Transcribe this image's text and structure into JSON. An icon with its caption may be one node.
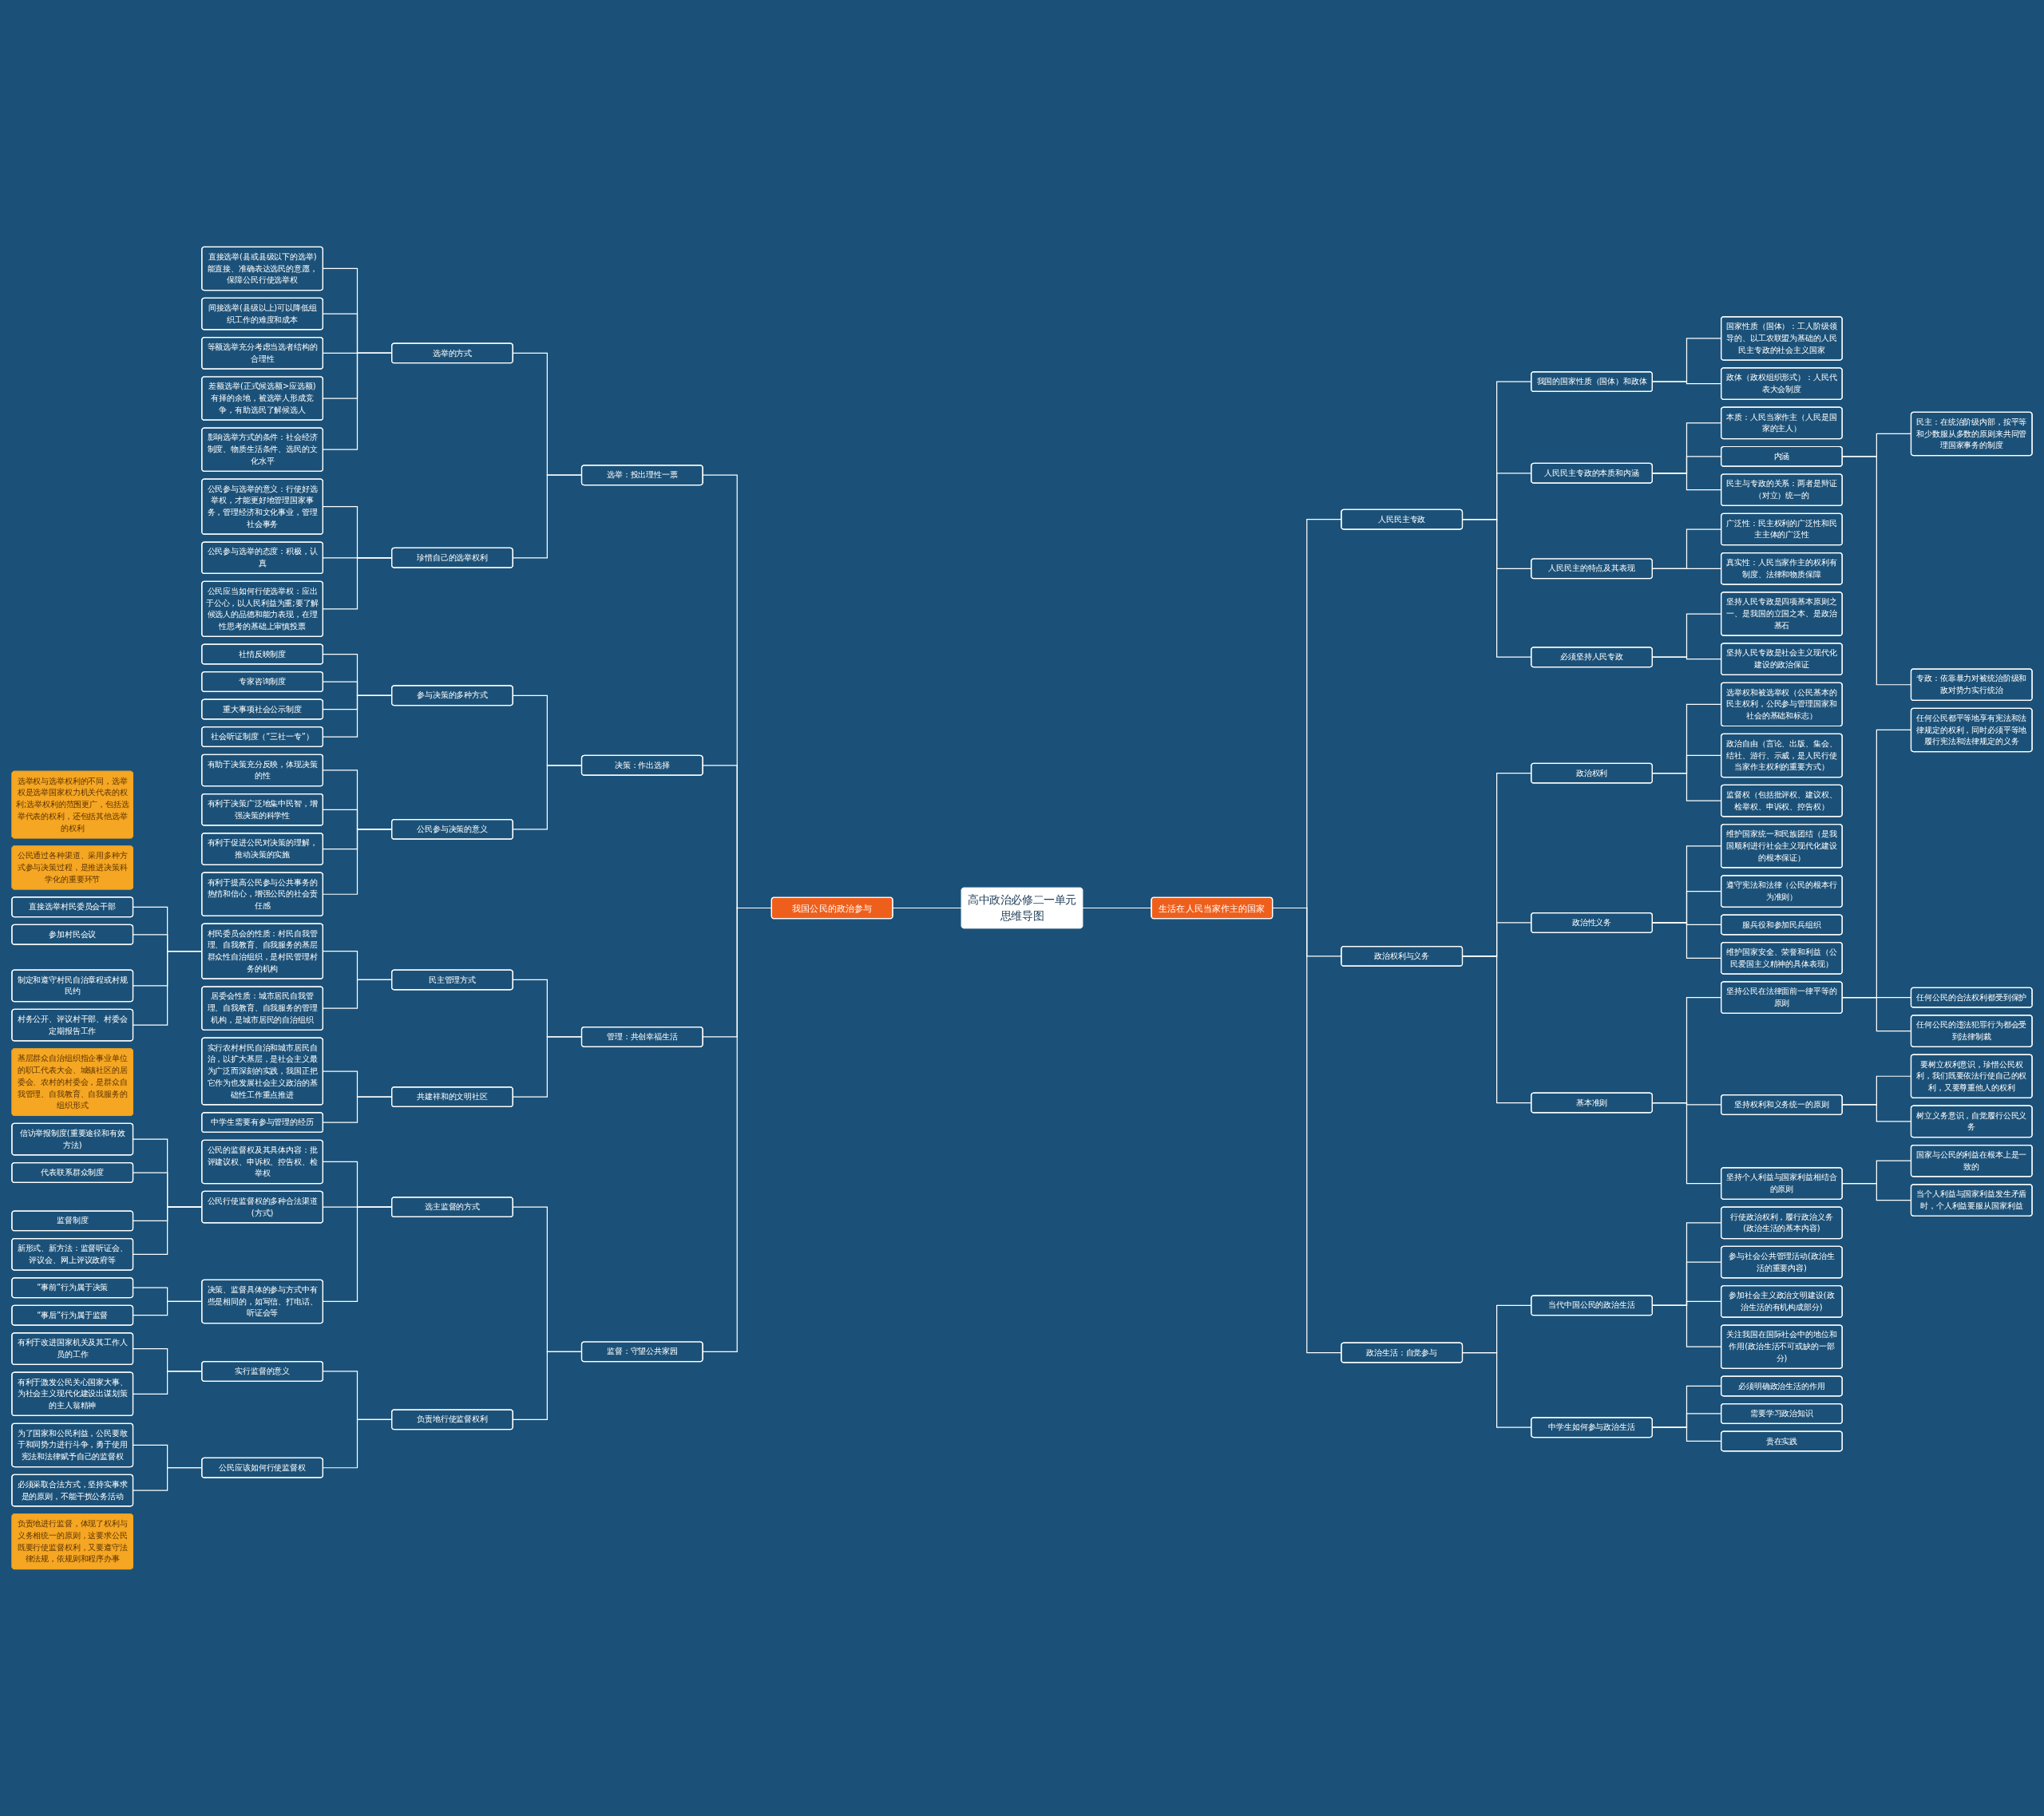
{
  "diagram": {
    "nodes": [
      {
        "text": [
          "高中政治必修二一单元思维导图"
        ]
      },
      {
        "text": [
          "我国公民的政治参与"
        ]
      },
      {
        "text": [
          "选举：投出理性一票"
        ]
      },
      {
        "text": [
          "选举的方式"
        ]
      },
      {
        "text": [
          "直接选举(县或县级以下的选举)能直接、准确表达选民的意愿，保障公民行使选举权"
        ]
      },
      {
        "text": [
          "间接选举(县级以上)可以降低组织工作的难度和成本"
        ]
      },
      {
        "text": [
          "等额选举充分考虑当选者结构的合理性"
        ]
      },
      {
        "text": [
          "差额选举(正式候选额>应选额)有择的余地，被选举人形成竞争，有助选民了解候选人"
        ]
      },
      {
        "text": [
          "影响选举方式的条件：社会经济制度、物质生活条件、选民的文化水平"
        ]
      },
      {
        "text": [
          "选举权与选举权利的不同，选举权是选举国家权力机关代表的权利;选举权利的范围更广，包括选举代表的权利，还包括其他选举的权利"
        ]
      },
      {
        "text": [
          "珍惜自己的选举权利"
        ]
      },
      {
        "text": [
          "公民参与选举的意义：行使好选举权，才能更好地管理国家事务，管理经济和文化事业，管理社会事务"
        ]
      },
      {
        "text": [
          "公民参与选举的态度：积极，认真"
        ]
      },
      {
        "text": [
          "公民应当如何行使选举权：应出于公心，以人民利益为重;要了解候选人的品德和能力表现，在理性思考的基础上审慎投票"
        ]
      },
      {
        "text": [
          "决策：作出选择"
        ]
      },
      {
        "text": [
          "参与决策的多种方式"
        ]
      },
      {
        "text": [
          "社情反映制度"
        ]
      },
      {
        "text": [
          "专家咨询制度"
        ]
      },
      {
        "text": [
          "重大事项社会公示制度"
        ]
      },
      {
        "text": [
          "社会听证制度（“三社一专”）"
        ]
      },
      {
        "text": [
          "公民参与决策的意义"
        ]
      },
      {
        "text": [
          "有助于决策充分反映，体现决策的性"
        ]
      },
      {
        "text": [
          "有利于决策广泛地集中民智，增强决策的科学性"
        ]
      },
      {
        "text": [
          "有利于促进公民对决策的理解，推动决策的实施"
        ]
      },
      {
        "text": [
          "有利于提高公民参与公共事务的热情和信心，增强公民的社会责任感"
        ]
      },
      {
        "text": [
          "公民通过各种渠道、采用多种方式参与决策过程，是推进决策科学化的重要环节"
        ]
      },
      {
        "text": [
          "管理：共创幸福生活"
        ]
      },
      {
        "text": [
          "民主管理方式"
        ]
      },
      {
        "text": [
          "村民委员会的性质：村民自我管理、自我教育、自我服务的基层群众性自治组织，是村民管理村务的机构"
        ]
      },
      {
        "text": [
          "直接选举村民委员会干部"
        ]
      },
      {
        "text": [
          "参加村民会议"
        ]
      },
      {
        "text": [
          "制定和遵守村民自治章程或村规民约"
        ]
      },
      {
        "text": [
          "村务公开、评议村干部、村委会定期报告工作"
        ]
      },
      {
        "text": [
          "基层群众自治组织指企事业单位的职工代表大会、城镇社区的居委会、农村的村委会，是群众自我管理、自我教育、自我服务的组织形式"
        ]
      },
      {
        "text": [
          "居委会性质：城市居民自我管理、自我教育、自我服务的管理机构，是城市居民的自治组织"
        ]
      },
      {
        "text": [
          "共建祥和的文明社区"
        ]
      },
      {
        "text": [
          "实行农村村民自治和城市居民自治，以扩大基层，是社会主义最为广泛而深刻的实践，我国正把它作为也发展社会主义政治的基础性工作重点推进"
        ]
      },
      {
        "text": [
          "中学生需要有参与管理的经历"
        ]
      },
      {
        "text": [
          "监督：守望公共家园"
        ]
      },
      {
        "text": [
          "选主监督的方式"
        ]
      },
      {
        "text": [
          "公民的监督权及其具体内容：批评建议权、申诉权、控告权、检举权"
        ]
      },
      {
        "text": [
          "公民行使监督权的多种合法渠道(方式)"
        ]
      },
      {
        "text": [
          "信访举报制度(重要途径和有效方法)"
        ]
      },
      {
        "text": [
          "代表联系群众制度"
        ]
      },
      {
        "text": [
          "监督制度"
        ]
      },
      {
        "text": [
          "新形式、新方法：监督听证会、评议会、网上评议政府等"
        ]
      },
      {
        "text": [
          "决策、监督具体的参与方式中有些是相同的，如写信、打电话、听证会等"
        ]
      },
      {
        "text": [
          "“事前”行为属于决策"
        ]
      },
      {
        "text": [
          "“事后”行为属于监督"
        ]
      },
      {
        "text": [
          "负责地行使监督权利"
        ]
      },
      {
        "text": [
          "实行监督的意义"
        ]
      },
      {
        "text": [
          "有利于改进国家机关及其工作人员的工作"
        ]
      },
      {
        "text": [
          "有利于激发公民关心国家大事、为社会主义现代化建设出谋划策的主人翁精神"
        ]
      },
      {
        "text": [
          "公民应该如何行使监督权"
        ]
      },
      {
        "text": [
          "为了国家和公民利益，公民要敢于和同势力进行斗争，勇于使用宪法和法律赋予自己的监督权"
        ]
      },
      {
        "text": [
          "必须采取合法方式，坚持实事求是的原则，不能干扰公务活动"
        ]
      },
      {
        "text": [
          "负责地进行监督，体现了权利与义务相统一的原则，这要求公民既要行使监督权利，又要遵守法律法规，依规则和程序办事"
        ]
      },
      {
        "text": [
          "生活在人民当家作主的国家"
        ]
      },
      {
        "text": [
          "人民民主专政"
        ]
      },
      {
        "text": [
          "我国的国家性质（国体）和政体"
        ]
      },
      {
        "text": [
          "国家性质（国体）：工人阶级领导的、以工农联盟为基础的人民民主专政的社会主义国家"
        ]
      },
      {
        "text": [
          "政体（政权组织形式）：人民代表大会制度"
        ]
      },
      {
        "text": [
          "人民民主专政的本质和内涵"
        ]
      },
      {
        "text": [
          "本质：人民当家作主（人民是国家的主人）"
        ]
      },
      {
        "text": [
          "内涵"
        ]
      },
      {
        "text": [
          "民主：在统治阶级内部，按平等和少数服从多数的原则来共同管理国家事务的制度"
        ]
      },
      {
        "text": [
          "专政：依靠暴力对被统治阶级和敌对势力实行统治"
        ]
      },
      {
        "text": [
          "民主与专政的关系：两者是辩证（对立）统一的"
        ]
      },
      {
        "text": [
          "人民民主的特点及其表现"
        ]
      },
      {
        "text": [
          "广泛性：民主权利的广泛性和民主主体的广泛性"
        ]
      },
      {
        "text": [
          "真实性：人民当家作主的权利有制度、法律和物质保障"
        ]
      },
      {
        "text": [
          "必须坚持人民专政"
        ]
      },
      {
        "text": [
          "坚持人民专政是四项基本原则之一、是我国的立国之本、是政治基石"
        ]
      },
      {
        "text": [
          "坚持人民专政是社会主义现代化建设的政治保证"
        ]
      },
      {
        "text": [
          "政治权利与义务"
        ]
      },
      {
        "text": [
          "政治权利"
        ]
      },
      {
        "text": [
          "选举权和被选举权（公民基本的民主权利，公民参与管理国家和社会的基础和标志）"
        ]
      },
      {
        "text": [
          "政治自由（言论、出版、集会、结社、游行、示威，是人民行使当家作主权利的重要方式）"
        ]
      },
      {
        "text": [
          "监督权（包括批评权、建议权、检举权、申诉权、控告权）"
        ]
      },
      {
        "text": [
          "政治性义务"
        ]
      },
      {
        "text": [
          "维护国家统一和民族团结（是我国顺利进行社会主义现代化建设的根本保证）"
        ]
      },
      {
        "text": [
          "遵守宪法和法律（公民的根本行为准则）"
        ]
      },
      {
        "text": [
          "服兵役和参加民兵组织"
        ]
      },
      {
        "text": [
          "维护国家安全、荣誉和利益（公民爱国主义精神的具体表现）"
        ]
      },
      {
        "text": [
          "基本准则"
        ]
      },
      {
        "text": [
          "坚持公民在法律面前一律平等的原则"
        ]
      },
      {
        "text": [
          "任何公民都平等地享有宪法和法律规定的权利，同时必须平等地履行宪法和法律规定的义务"
        ]
      },
      {
        "text": [
          "任何公民的合法权利都受到保护"
        ]
      },
      {
        "text": [
          "任何公民的违法犯罪行为都会受到法律制裁"
        ]
      },
      {
        "text": [
          "坚持权利和义务统一的原则"
        ]
      },
      {
        "text": [
          "要树立权利意识，珍惜公民权利，我们既要依法行使自己的权利，又要尊重他人的权利"
        ]
      },
      {
        "text": [
          "树立义务意识，自觉履行公民义务"
        ]
      },
      {
        "text": [
          "坚持个人利益与国家利益相结合的原则"
        ]
      },
      {
        "text": [
          "国家与公民的利益在根本上是一致的"
        ]
      },
      {
        "text": [
          "当个人利益与国家利益发生矛盾时，个人利益要服从国家利益"
        ]
      },
      {
        "text": [
          "政治生活：自觉参与"
        ]
      },
      {
        "text": [
          "当代中国公民的政治生活"
        ]
      },
      {
        "text": [
          "行使政治权利，履行政治义务(政治生活的基本内容)"
        ]
      },
      {
        "text": [
          "参与社会公共管理活动(政治生活的重要内容)"
        ]
      },
      {
        "text": [
          "参加社会主义政治文明建设(政治生活的有机构成部分)"
        ]
      },
      {
        "text": [
          "关注我国在国际社会中的地位和作用(政治生活不可或缺的一部分)"
        ]
      },
      {
        "text": [
          "中学生如何参与政治生活"
        ]
      },
      {
        "text": [
          "必须明确政治生活的作用"
        ]
      },
      {
        "text": [
          "需要学习政治知识"
        ]
      },
      {
        "text": [
          "贵在实践"
        ]
      }
    ],
    "edges": [
      {
        "from": 0,
        "to": 1,
        "arrow": "none"
      },
      {
        "from": 1,
        "to": 2,
        "arrow": "none"
      },
      {
        "from": 2,
        "to": 3,
        "arrow": "none"
      },
      {
        "from": 3,
        "to": 4,
        "arrow": "none"
      },
      {
        "from": 3,
        "to": 5,
        "arrow": "none"
      },
      {
        "from": 3,
        "to": 6,
        "arrow": "none"
      },
      {
        "from": 3,
        "to": 7,
        "arrow": "none"
      },
      {
        "from": 3,
        "to": 8,
        "arrow": "none"
      },
      {
        "from": 2,
        "to": 10,
        "arrow": "none"
      },
      {
        "from": 10,
        "to": 11,
        "arrow": "none"
      },
      {
        "from": 10,
        "to": 12,
        "arrow": "none"
      },
      {
        "from": 10,
        "to": 13,
        "arrow": "none"
      },
      {
        "from": 1,
        "to": 14,
        "arrow": "none"
      },
      {
        "from": 14,
        "to": 15,
        "arrow": "none"
      },
      {
        "from": 15,
        "to": 16,
        "arrow": "none"
      },
      {
        "from": 15,
        "to": 17,
        "arrow": "none"
      },
      {
        "from": 15,
        "to": 18,
        "arrow": "none"
      },
      {
        "from": 15,
        "to": 19,
        "arrow": "none"
      },
      {
        "from": 14,
        "to": 20,
        "arrow": "none"
      },
      {
        "from": 20,
        "to": 21,
        "arrow": "none"
      },
      {
        "from": 20,
        "to": 22,
        "arrow": "none"
      },
      {
        "from": 20,
        "to": 23,
        "arrow": "none"
      },
      {
        "from": 20,
        "to": 24,
        "arrow": "none"
      },
      {
        "from": 1,
        "to": 26,
        "arrow": "none"
      },
      {
        "from": 26,
        "to": 27,
        "arrow": "none"
      },
      {
        "from": 27,
        "to": 28,
        "arrow": "none"
      },
      {
        "from": 28,
        "to": 29,
        "arrow": "none"
      },
      {
        "from": 28,
        "to": 30,
        "arrow": "none"
      },
      {
        "from": 28,
        "to": 31,
        "arrow": "none"
      },
      {
        "from": 28,
        "to": 32,
        "arrow": "none"
      },
      {
        "from": 27,
        "to": 34,
        "arrow": "none"
      },
      {
        "from": 26,
        "to": 35,
        "arrow": "none"
      },
      {
        "from": 35,
        "to": 36,
        "arrow": "none"
      },
      {
        "from": 35,
        "to": 37,
        "arrow": "none"
      },
      {
        "from": 1,
        "to": 38,
        "arrow": "none"
      },
      {
        "from": 38,
        "to": 39,
        "arrow": "none"
      },
      {
        "from": 39,
        "to": 40,
        "arrow": "none"
      },
      {
        "from": 39,
        "to": 41,
        "arrow": "none"
      },
      {
        "from": 41,
        "to": 42,
        "arrow": "none"
      },
      {
        "from": 41,
        "to": 43,
        "arrow": "none"
      },
      {
        "from": 41,
        "to": 44,
        "arrow": "none"
      },
      {
        "from": 41,
        "to": 45,
        "arrow": "none"
      },
      {
        "from": 39,
        "to": 46,
        "arrow": "none"
      },
      {
        "from": 46,
        "to": 47,
        "arrow": "none"
      },
      {
        "from": 46,
        "to": 48,
        "arrow": "none"
      },
      {
        "from": 38,
        "to": 49,
        "arrow": "none"
      },
      {
        "from": 49,
        "to": 50,
        "arrow": "none"
      },
      {
        "from": 50,
        "to": 51,
        "arrow": "none"
      },
      {
        "from": 50,
        "to": 52,
        "arrow": "none"
      },
      {
        "from": 49,
        "to": 53,
        "arrow": "none"
      },
      {
        "from": 53,
        "to": 54,
        "arrow": "none"
      },
      {
        "from": 53,
        "to": 55,
        "arrow": "none"
      },
      {
        "from": 0,
        "to": 57,
        "arrow": "none"
      },
      {
        "from": 57,
        "to": 58,
        "arrow": "none"
      },
      {
        "from": 58,
        "to": 59,
        "arrow": "none"
      },
      {
        "from": 59,
        "to": 60,
        "arrow": "none"
      },
      {
        "from": 59,
        "to": 61,
        "arrow": "none"
      },
      {
        "from": 58,
        "to": 62,
        "arrow": "none"
      },
      {
        "from": 62,
        "to": 63,
        "arrow": "none"
      },
      {
        "from": 62,
        "to": 64,
        "arrow": "none"
      },
      {
        "from": 64,
        "to": 65,
        "arrow": "none"
      },
      {
        "from": 64,
        "to": 66,
        "arrow": "none"
      },
      {
        "from": 62,
        "to": 67,
        "arrow": "none"
      },
      {
        "from": 58,
        "to": 68,
        "arrow": "none"
      },
      {
        "from": 68,
        "to": 69,
        "arrow": "none"
      },
      {
        "from": 68,
        "to": 70,
        "arrow": "none"
      },
      {
        "from": 58,
        "to": 71,
        "arrow": "none"
      },
      {
        "from": 71,
        "to": 72,
        "arrow": "none"
      },
      {
        "from": 71,
        "to": 73,
        "arrow": "none"
      },
      {
        "from": 57,
        "to": 74,
        "arrow": "none"
      },
      {
        "from": 74,
        "to": 75,
        "arrow": "none"
      },
      {
        "from": 75,
        "to": 76,
        "arrow": "none"
      },
      {
        "from": 75,
        "to": 77,
        "arrow": "none"
      },
      {
        "from": 75,
        "to": 78,
        "arrow": "none"
      },
      {
        "from": 74,
        "to": 79,
        "arrow": "none"
      },
      {
        "from": 79,
        "to": 80,
        "arrow": "none"
      },
      {
        "from": 79,
        "to": 81,
        "arrow": "none"
      },
      {
        "from": 79,
        "to": 82,
        "arrow": "none"
      },
      {
        "from": 79,
        "to": 83,
        "arrow": "none"
      },
      {
        "from": 74,
        "to": 84,
        "arrow": "none"
      },
      {
        "from": 84,
        "to": 85,
        "arrow": "none"
      },
      {
        "from": 85,
        "to": 86,
        "arrow": "none"
      },
      {
        "from": 85,
        "to": 87,
        "arrow": "none"
      },
      {
        "from": 85,
        "to": 88,
        "arrow": "none"
      },
      {
        "from": 84,
        "to": 89,
        "arrow": "none"
      },
      {
        "from": 89,
        "to": 90,
        "arrow": "none"
      },
      {
        "from": 89,
        "to": 91,
        "arrow": "none"
      },
      {
        "from": 84,
        "to": 92,
        "arrow": "none"
      },
      {
        "from": 92,
        "to": 93,
        "arrow": "none"
      },
      {
        "from": 92,
        "to": 94,
        "arrow": "none"
      },
      {
        "from": 57,
        "to": 95,
        "arrow": "none"
      },
      {
        "from": 95,
        "to": 96,
        "arrow": "none"
      },
      {
        "from": 96,
        "to": 97,
        "arrow": "none"
      },
      {
        "from": 96,
        "to": 98,
        "arrow": "none"
      },
      {
        "from": 96,
        "to": 99,
        "arrow": "none"
      },
      {
        "from": 96,
        "to": 100,
        "arrow": "none"
      },
      {
        "from": 95,
        "to": 101,
        "arrow": "none"
      },
      {
        "from": 101,
        "to": 102,
        "arrow": "none"
      },
      {
        "from": 101,
        "to": 103,
        "arrow": "none"
      },
      {
        "from": 101,
        "to": 104,
        "arrow": "none"
      }
    ]
  }
}
